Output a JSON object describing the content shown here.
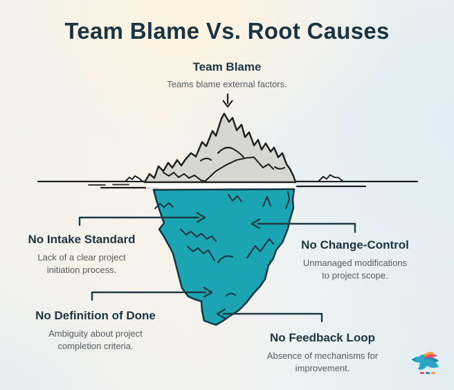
{
  "title": "Team Blame Vs. Root Causes",
  "surface": {
    "heading": "Team Blame",
    "description": "Teams blame external factors."
  },
  "causes": [
    {
      "heading": "No Intake Standard",
      "lines": [
        "Lack of a clear project",
        "initiation process."
      ]
    },
    {
      "heading": "No Change-Control",
      "lines": [
        "Unmanaged modifications",
        "to project scope."
      ]
    },
    {
      "heading": "No Definition of Done",
      "lines": [
        "Ambiguity about project",
        "completion criteria."
      ]
    },
    {
      "heading": "No Feedback Loop",
      "lines": [
        "Absence of mechanisms for",
        "improvement."
      ]
    }
  ],
  "icons": {
    "illustration": "iceberg-illustration",
    "logo": "bird-logo"
  },
  "colors": {
    "ink": "#1e211f",
    "ink-navy": "#1b3441",
    "text-gray": "#555b60",
    "teal": "#1ba5b3",
    "teal-ink": "#14333d",
    "berg-gray": "#d6d6d3",
    "line": "#1d3a46",
    "logo-teal": "#2aa7c3",
    "logo-blue": "#2e85b5",
    "logo-orange": "#f2a33c",
    "logo-red": "#e8506b"
  }
}
